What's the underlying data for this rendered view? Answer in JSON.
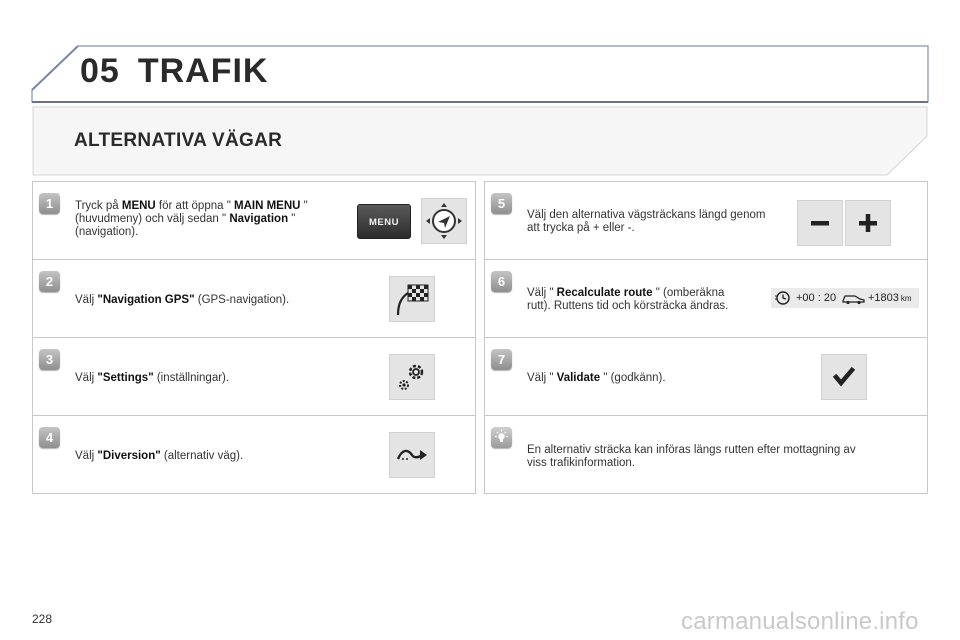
{
  "header": {
    "chapter_number": "05",
    "chapter_title": "TRAFIK"
  },
  "section": {
    "title": "ALTERNATIVA VÄGAR"
  },
  "left_steps": [
    {
      "number": "1",
      "prefix": "Tryck på ",
      "b1": "MENU",
      "mid1": " för att öppna \" ",
      "b2": "MAIN MENU",
      "mid2": " \"",
      "line2": "(huvudmeny) och välj sedan \" ",
      "b3": "Navigation",
      "mid3": " \"",
      "line3": "(navigation).",
      "button_label": "MENU"
    },
    {
      "number": "2",
      "prefix": "Välj ",
      "bold": "\"Navigation GPS\"",
      "suffix": " (GPS-navigation)."
    },
    {
      "number": "3",
      "prefix": "Välj ",
      "bold": "\"Settings\"",
      "suffix": " (inställningar)."
    },
    {
      "number": "4",
      "prefix": "Välj ",
      "bold": "\"Diversion\"",
      "suffix": " (alternativ väg)."
    }
  ],
  "right_steps": [
    {
      "number": "5",
      "line1": "Välj den alternativa vägsträckans längd genom",
      "line2": "att trycka på + eller -."
    },
    {
      "number": "6",
      "prefix": "Välj \" ",
      "bold": "Recalculate route",
      "suffix": " \" (omberäkna",
      "line2": "rutt). Ruttens tid och körsträcka ändras.",
      "time_delta": "+00 : 20",
      "distance_delta": "+1803",
      "distance_unit": "km"
    },
    {
      "number": "7",
      "prefix": "Välj \" ",
      "bold": "Validate",
      "suffix": " \" (godkänn)."
    },
    {
      "line1": "En alternativ sträcka kan införas längs rutten efter mottagning av",
      "line2": "viss trafikinformation."
    }
  ],
  "footer": {
    "page_number": "228",
    "watermark": "carmanualsonline.info"
  },
  "icons": [
    "dpad-icon",
    "checkered-flag-icon",
    "settings-gears-icon",
    "diversion-icon",
    "minus-icon",
    "plus-icon",
    "clock-icon",
    "car-icon",
    "checkmark-icon",
    "tip-bulb-icon"
  ]
}
